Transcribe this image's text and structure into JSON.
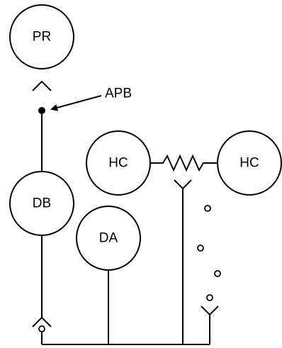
{
  "nodes": {
    "pr": "PR",
    "db": "DB",
    "da": "DA",
    "hc_left": "HC",
    "hc_right": "HC"
  },
  "annotation": {
    "apb": "APB"
  }
}
